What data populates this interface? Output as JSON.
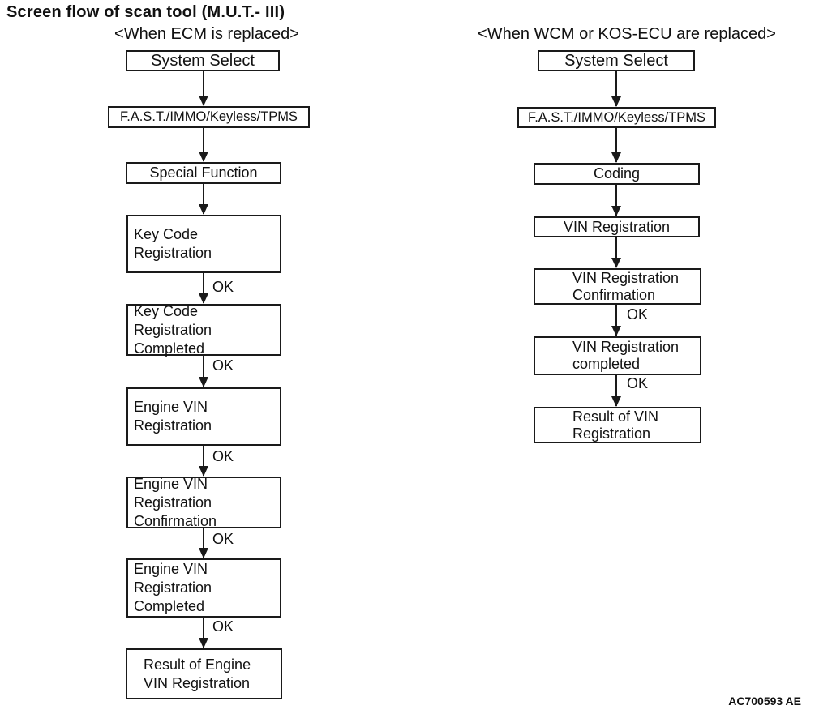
{
  "title": "Screen flow of scan tool (M.U.T.- III)",
  "figure_code": "AC700593 AE",
  "ok_label": "OK",
  "colors": {
    "ink": "#1a1a1a",
    "background": "#ffffff"
  },
  "left_column": {
    "header": "<When ECM is replaced>",
    "nodes": [
      "System Select",
      "F.A.S.T./IMMO/Keyless/TPMS",
      "Special Function",
      "Key Code Registration",
      "Key Code Registration\nCompleted",
      "Engine VIN Registration",
      "Engine VIN Registration\nConfirmation",
      "Engine VIN Registration\nCompleted",
      "Result of Engine\nVIN Registration"
    ]
  },
  "right_column": {
    "header": "<When WCM or KOS-ECU are replaced>",
    "nodes": [
      "System Select",
      "F.A.S.T./IMMO/Keyless/TPMS",
      "Coding",
      "VIN Registration",
      "VIN Registration\nConfirmation",
      "VIN Registration\ncompleted",
      "Result of VIN\nRegistration"
    ]
  }
}
